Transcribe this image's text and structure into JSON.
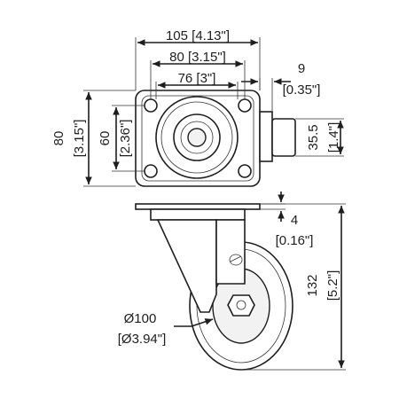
{
  "dimensions": {
    "plate_length": "105 [4.13\"]",
    "hole_spacing_length": "80 [3.15\"]",
    "inner_spacing": "76 [3\"]",
    "offset_mm": "9",
    "offset_in": "[0.35\"]",
    "plate_width_mm": "80",
    "plate_width_in": "[3.15\"]",
    "hole_spacing_width_mm": "60",
    "hole_spacing_width_in": "[2.36\"]",
    "side_height_mm": "35.5",
    "side_height_in": "[1.4\"]",
    "plate_thickness_mm": "4",
    "plate_thickness_in": "[0.16\"]",
    "total_height_mm": "132",
    "total_height_in": "[5.2\"]",
    "wheel_dia_mm": "Ø100",
    "wheel_dia_in": "[Ø3.94\"]"
  }
}
